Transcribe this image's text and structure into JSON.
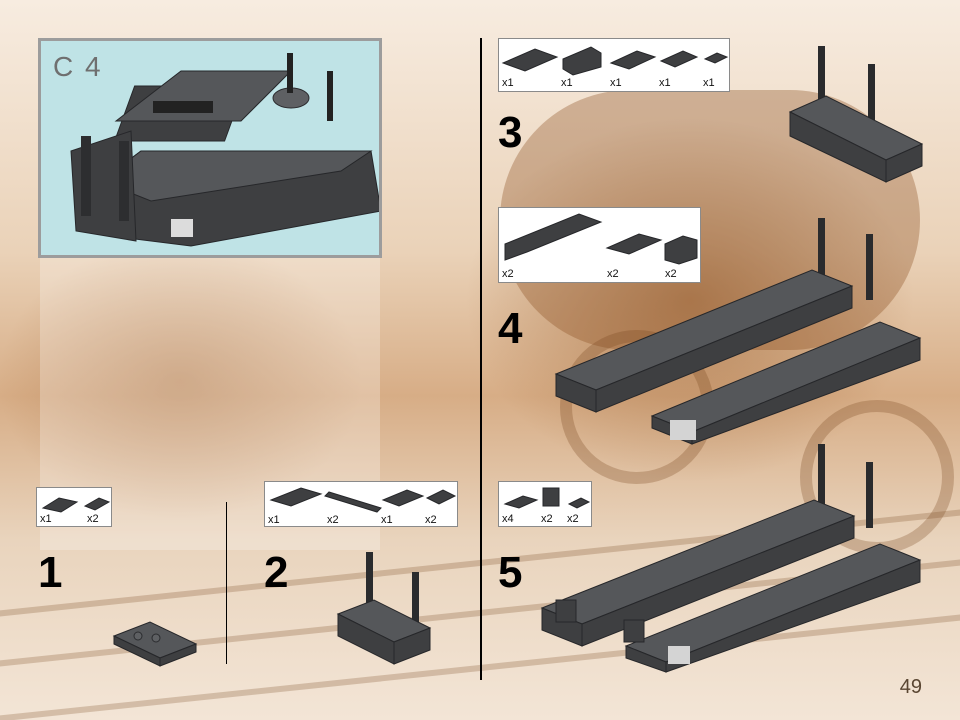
{
  "header": {
    "label": "C 4"
  },
  "steps": [
    {
      "number": "1",
      "parts": [
        {
          "qty": "x1"
        },
        {
          "qty": "x2"
        }
      ]
    },
    {
      "number": "2",
      "parts": [
        {
          "qty": "x1"
        },
        {
          "qty": "x2"
        },
        {
          "qty": "x1"
        },
        {
          "qty": "x2"
        }
      ]
    },
    {
      "number": "3",
      "parts": [
        {
          "qty": "x1"
        },
        {
          "qty": "x1"
        },
        {
          "qty": "x1"
        },
        {
          "qty": "x1"
        },
        {
          "qty": "x1"
        }
      ]
    },
    {
      "number": "4",
      "parts": [
        {
          "qty": "x2"
        },
        {
          "qty": "x2"
        },
        {
          "qty": "x2"
        }
      ]
    },
    {
      "number": "5",
      "parts": [
        {
          "qty": "x4"
        },
        {
          "qty": "x2"
        },
        {
          "qty": "x2"
        }
      ]
    }
  ],
  "page_number": "49",
  "colors": {
    "brick": "#3e3f41",
    "header_bg": "#bfe3e6",
    "header_border": "#9c9c9c"
  }
}
